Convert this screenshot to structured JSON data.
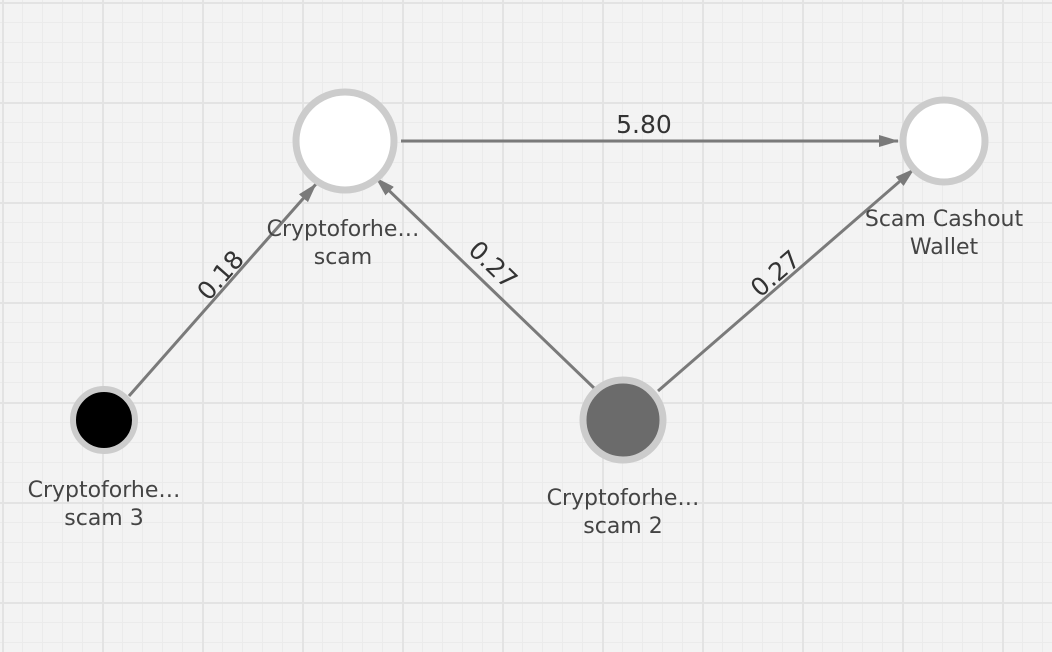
{
  "graph": {
    "nodes": [
      {
        "id": "n1",
        "label_line1": "Cryptoforhe…",
        "label_line2": "scam",
        "fill": "#ffffff",
        "ring": "#cccccc"
      },
      {
        "id": "n2",
        "label_line1": "Scam Cashout",
        "label_line2": "Wallet",
        "fill": "#ffffff",
        "ring": "#cccccc"
      },
      {
        "id": "n3",
        "label_line1": "Cryptoforhe…",
        "label_line2": "scam 3",
        "fill": "#000000",
        "ring": "#cccccc"
      },
      {
        "id": "n4",
        "label_line1": "Cryptoforhe…",
        "label_line2": "scam 2",
        "fill": "#6b6b6b",
        "ring": "#cccccc"
      }
    ],
    "edges": [
      {
        "from": "n1",
        "to": "n2",
        "label": "5.80"
      },
      {
        "from": "n3",
        "to": "n1",
        "label": "0.18"
      },
      {
        "from": "n4",
        "to": "n1",
        "label": "0.27"
      },
      {
        "from": "n4",
        "to": "n2",
        "label": "0.27"
      }
    ],
    "colors": {
      "edge": "#7a7a7a",
      "label_text": "#444444",
      "grid_background": "#f3f3f3"
    }
  }
}
